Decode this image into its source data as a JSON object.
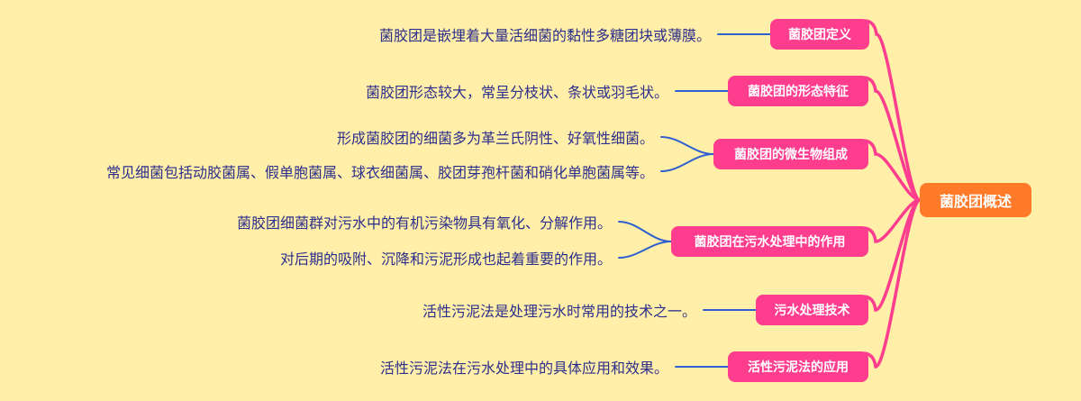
{
  "root": {
    "label": "菌胶团概述",
    "color": "#FF7A29"
  },
  "branch_color": "#FF3D8F",
  "leaf_link_color": "#2F5FD0",
  "text_color": "#2D2F8C",
  "branches": [
    {
      "label": "菌胶团定义",
      "leaves": [
        "菌胶团是嵌埋着大量活细菌的黏性多糖团块或薄膜。"
      ]
    },
    {
      "label": "菌胶团的形态特征",
      "leaves": [
        "菌胶团形态较大，常呈分枝状、条状或羽毛状。"
      ]
    },
    {
      "label": "菌胶团的微生物组成",
      "leaves": [
        "形成菌胶团的细菌多为革兰氏阴性、好氧性细菌。",
        "常见细菌包括动胶菌属、假单胞菌属、球衣细菌属、胶团芽孢杆菌和硝化单胞菌属等。"
      ]
    },
    {
      "label": "菌胶团在污水处理中的作用",
      "leaves": [
        "菌胶团细菌群对污水中的有机污染物具有氧化、分解作用。",
        "对后期的吸附、沉降和污泥形成也起着重要的作用。"
      ]
    },
    {
      "label": "污水处理技术",
      "leaves": [
        "活性污泥法是处理污水时常用的技术之一。"
      ]
    },
    {
      "label": "活性污泥法的应用",
      "leaves": [
        "活性污泥法在污水处理中的具体应用和效果。"
      ]
    }
  ]
}
